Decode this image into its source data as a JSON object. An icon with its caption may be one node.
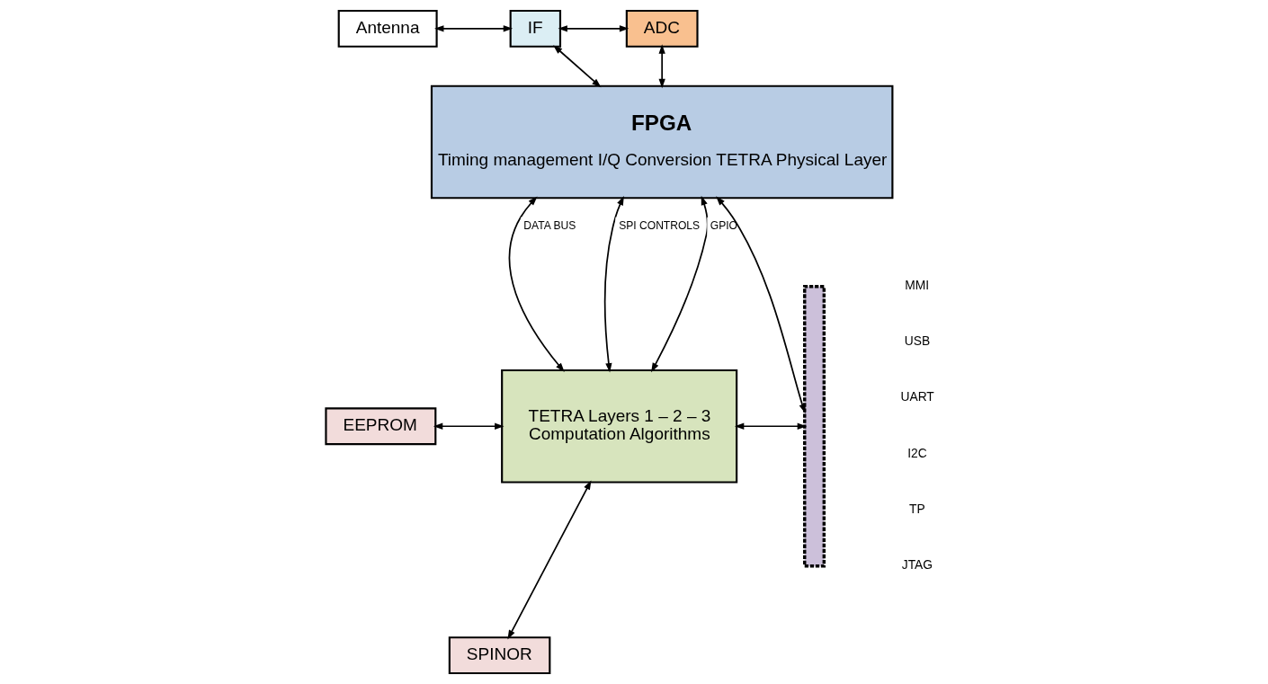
{
  "diagram": {
    "nodes": [
      {
        "text": [
          "Antenna"
        ]
      },
      {
        "text": [
          "IF"
        ]
      },
      {
        "text": [
          "ADC"
        ]
      },
      {
        "text": [
          "FPGA",
          "Timing management I/Q Conversion TETRA Physical Layer"
        ]
      },
      {
        "text": [
          "EEPROM"
        ]
      },
      {
        "text": [
          "SPINOR"
        ]
      },
      {
        "text": [
          "TETRA Layers 1 – 2 – 3",
          "Computation Algorithms"
        ]
      },
      {
        "text": [],
        "shape": "bar",
        "beside": [
          "MMI",
          "USB",
          "UART",
          "I2C",
          "TP",
          "JTAG"
        ]
      }
    ],
    "edges": [
      {
        "from": 0,
        "to": 1,
        "arrow": "both"
      },
      {
        "from": 1,
        "to": 2,
        "arrow": "both"
      },
      {
        "from": 1,
        "to": 3,
        "arrow": "both"
      },
      {
        "from": 2,
        "to": 3,
        "arrow": "both"
      },
      {
        "from": 3,
        "to": 6,
        "arrow": "both",
        "label": "DATA BUS"
      },
      {
        "from": 3,
        "to": 6,
        "arrow": "both",
        "label": "SPI CONTROLS"
      },
      {
        "from": 3,
        "to": 6,
        "arrow": "both",
        "label": "GPIO"
      },
      {
        "from": 4,
        "to": 6,
        "arrow": "both"
      },
      {
        "from": 5,
        "to": 6,
        "arrow": "both"
      },
      {
        "from": 3,
        "to": 7,
        "arrow": "both"
      },
      {
        "from": 6,
        "to": 7,
        "arrow": "both"
      }
    ]
  }
}
